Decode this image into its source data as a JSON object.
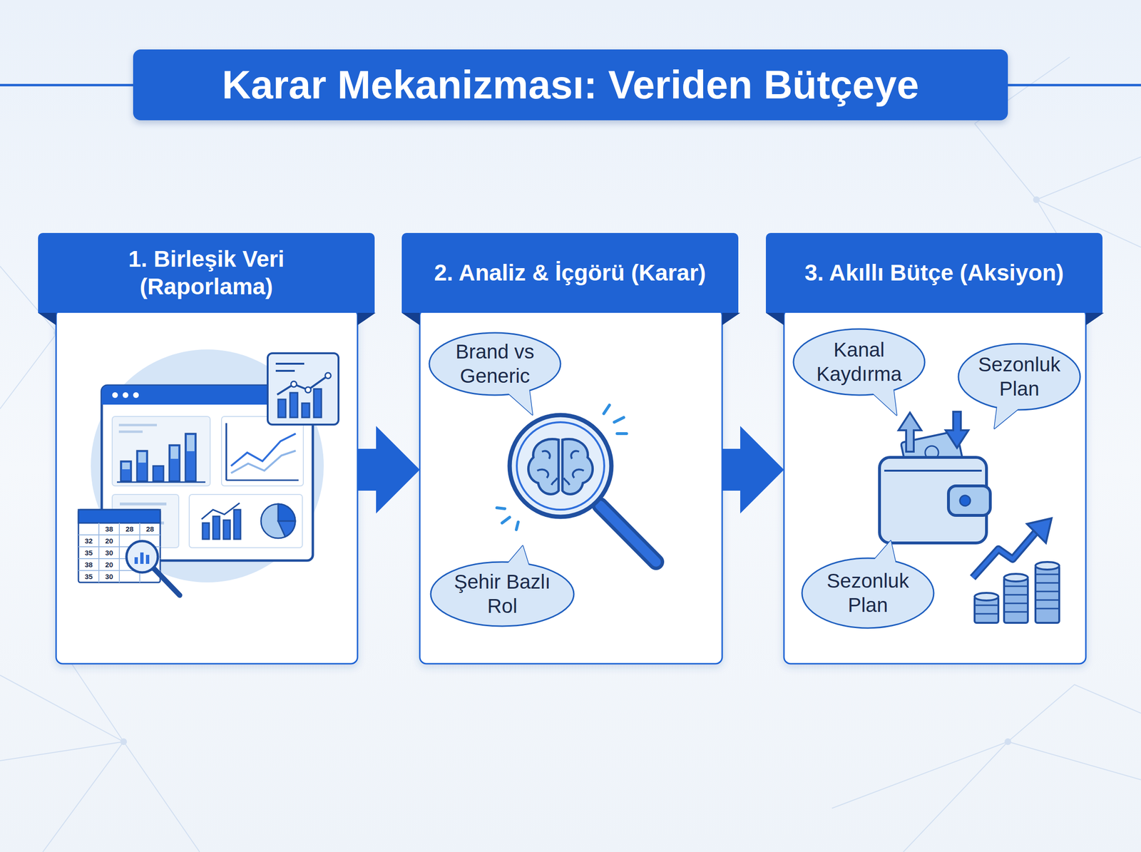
{
  "diagram": {
    "title": "Karar Mekanizması: Veriden Bütçeye",
    "nodes": [
      {
        "text": [
          "1. Birleşik Veri (Raporlama)"
        ]
      },
      {
        "text": [
          "2. Analiz & İçgörü (Karar)"
        ]
      },
      {
        "text": [
          "Brand vs Generic"
        ],
        "in": 1
      },
      {
        "text": [
          "Şehir Bazlı Rol"
        ],
        "in": 1
      },
      {
        "text": [
          "3. Akıllı Bütçe (Aksiyon)"
        ]
      },
      {
        "text": [
          "Kanal Kaydırma"
        ],
        "in": 4
      },
      {
        "text": [
          "Sezonluk Plan"
        ],
        "in": 4
      },
      {
        "text": [
          "Sezonluk Plan"
        ],
        "in": 4
      }
    ],
    "edges": [
      {
        "from": 0,
        "to": 1,
        "arrow": "to"
      },
      {
        "from": 1,
        "to": 4,
        "arrow": "to"
      }
    ],
    "labels": [
      "38",
      "28",
      "28",
      "32",
      "20",
      "35",
      "30",
      "38",
      "20",
      "35",
      "30"
    ]
  }
}
